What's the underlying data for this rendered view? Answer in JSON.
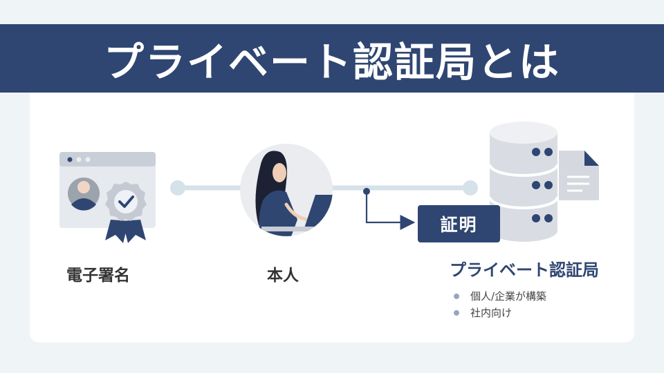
{
  "header": {
    "title": "プライベート認証局とは"
  },
  "nodes": {
    "signature": {
      "label": "電子署名",
      "icon": "browser-certificate-icon"
    },
    "person": {
      "label": "本人",
      "icon": "person-at-laptop-icon"
    },
    "ca": {
      "label": "プライベート認証局",
      "icon": "server-document-icon"
    }
  },
  "proof_label": "証明",
  "ca_points": [
    "個人/企業が構築",
    "社内向け"
  ],
  "colors": {
    "navy": "#2f4672",
    "background": "#eff4f6",
    "card": "#ffffff",
    "connector": "#d6e2ea",
    "bullet": "#9aa5bd"
  }
}
